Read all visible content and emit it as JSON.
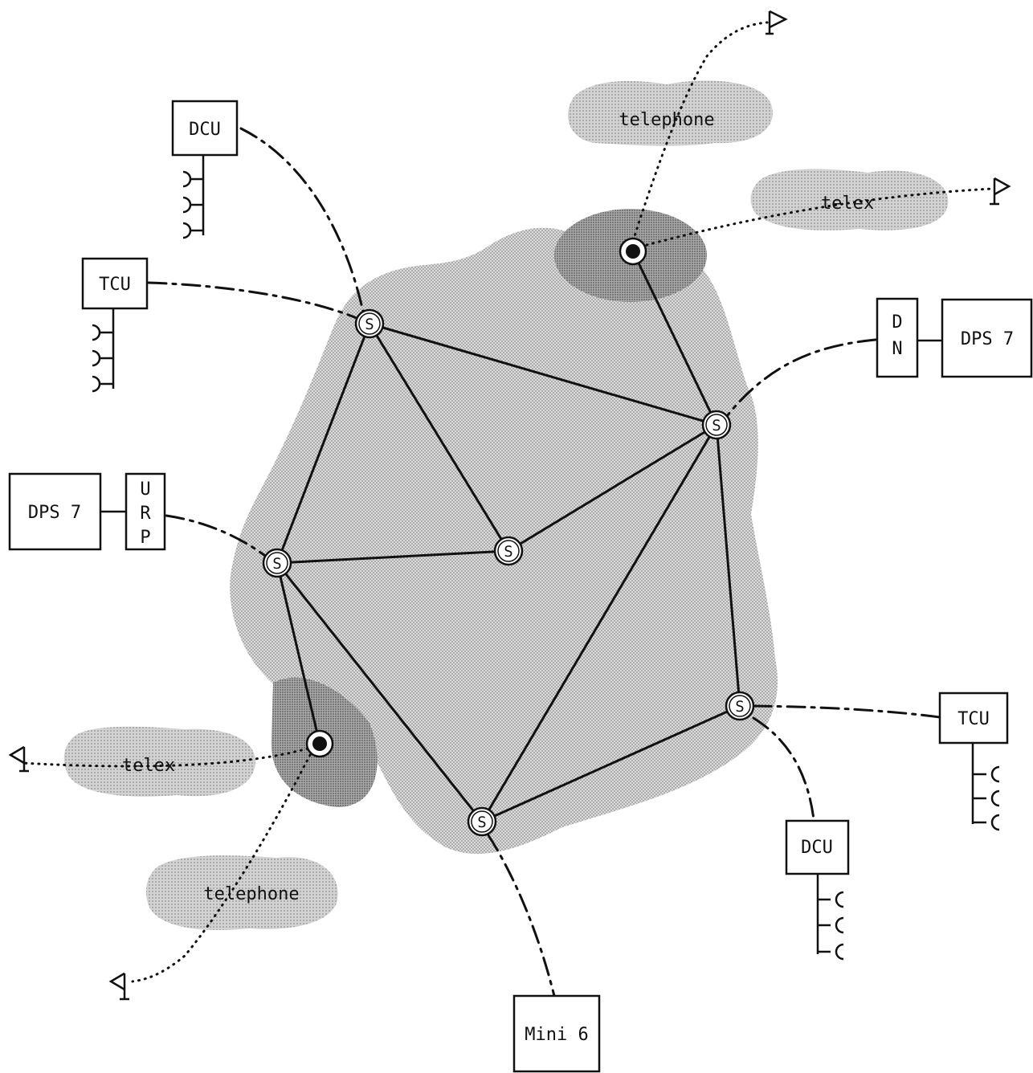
{
  "switch_label": "S",
  "labels": {
    "dcu_top": "DCU",
    "tcu_left": "TCU",
    "dps_left": "DPS 7",
    "urp": [
      "U",
      "R",
      "P"
    ],
    "dn": [
      "D",
      "N"
    ],
    "dps_right": "DPS 7",
    "tcu_right": "TCU",
    "dcu_bottom": "DCU",
    "mini": "Mini 6",
    "telephone_top": "telephone",
    "telex_top": "telex",
    "telex_left": "telex",
    "telephone_bottom": "telephone"
  },
  "colors": {
    "network_fill": "#d4d4d4",
    "gateway_halo": "#9a9a9a",
    "cloud_fill": "#c9c9c9",
    "ink": "#111111"
  }
}
